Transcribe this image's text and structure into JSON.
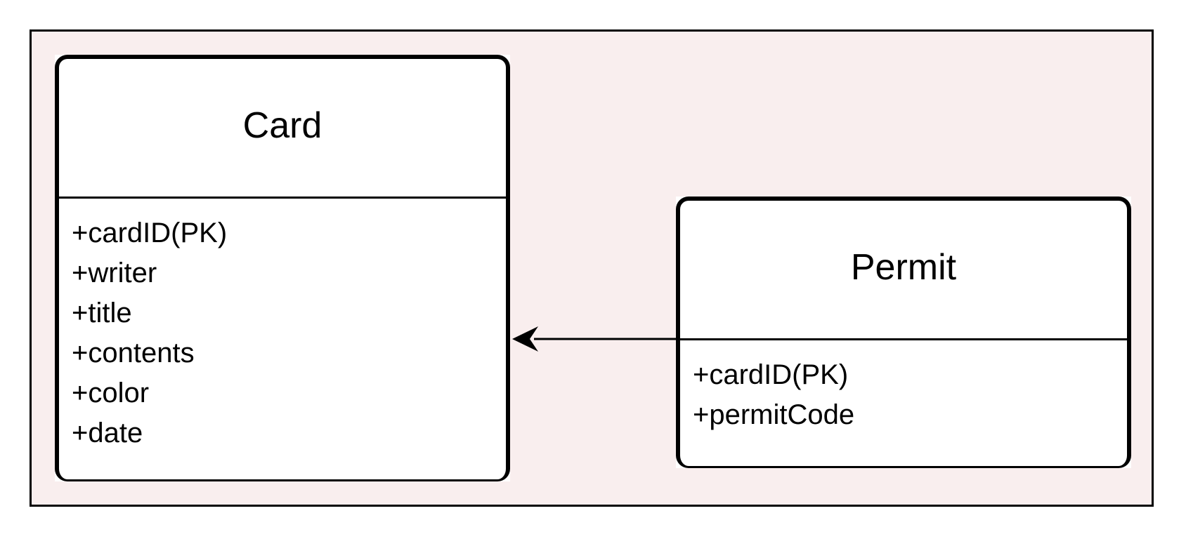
{
  "colors": {
    "background": "#f9eeee",
    "border": "#000000",
    "entity_fill": "#ffffff"
  },
  "entities": [
    {
      "id": "card",
      "title": "Card",
      "attributes": [
        "+cardID(PK)",
        "+writer",
        "+title",
        "+contents",
        "+color",
        "+date"
      ]
    },
    {
      "id": "permit",
      "title": "Permit",
      "attributes": [
        "+cardID(PK)",
        "+permitCode"
      ]
    }
  ],
  "relationships": [
    {
      "from": "permit",
      "to": "card",
      "arrow": "filled-open-triangle"
    }
  ]
}
